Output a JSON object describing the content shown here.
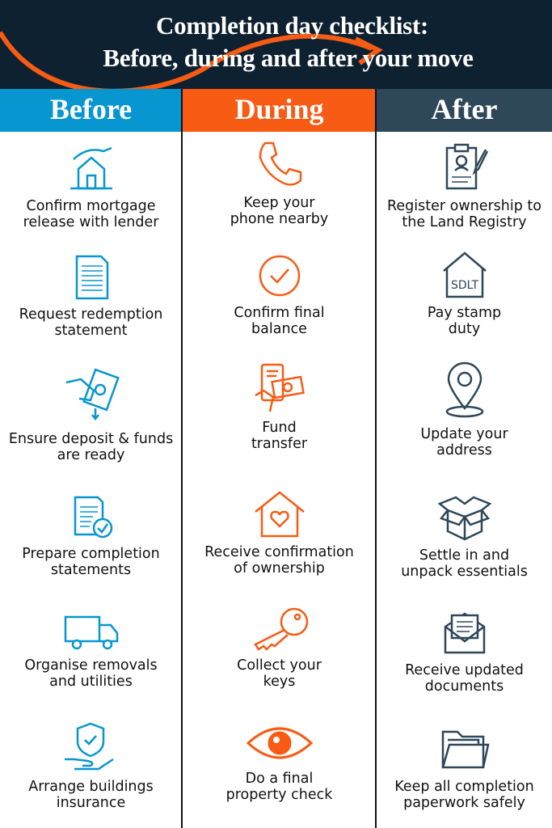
{
  "title": {
    "line1": "Completion day checklist:",
    "line2": "Before, during and after your move"
  },
  "colors": {
    "before": "#0896d0",
    "during": "#f75b14",
    "after": "#2e4759",
    "header_bg": "#0e2130"
  },
  "columns": [
    {
      "header": "Before",
      "items": [
        {
          "icon": "hand-house-icon",
          "label": "Confirm mortgage\nrelease with lender"
        },
        {
          "icon": "document-icon",
          "label": "Request redemption\nstatement"
        },
        {
          "icon": "hand-money-icon",
          "label": "Ensure deposit & funds\nare ready"
        },
        {
          "icon": "statements-check-icon",
          "label": "Prepare completion\nstatements"
        },
        {
          "icon": "truck-icon",
          "label": "Organise removals\nand utilities"
        },
        {
          "icon": "shield-hand-icon",
          "label": "Arrange buildings\ninsurance"
        }
      ]
    },
    {
      "header": "During",
      "items": [
        {
          "icon": "phone-icon",
          "label": "Keep your\nphone nearby"
        },
        {
          "icon": "check-circle-icon",
          "label": "Confirm final\nbalance"
        },
        {
          "icon": "mobile-transfer-icon",
          "label": "Fund\ntransfer"
        },
        {
          "icon": "house-heart-icon",
          "label": "Receive confirmation\nof ownership"
        },
        {
          "icon": "key-icon",
          "label": "Collect your\nkeys"
        },
        {
          "icon": "eye-icon",
          "label": "Do a final\nproperty check"
        }
      ]
    },
    {
      "header": "After",
      "items": [
        {
          "icon": "clipboard-id-icon",
          "label": "Register ownership to\nthe Land Registry"
        },
        {
          "icon": "sdlt-house-icon",
          "label": "Pay stamp\nduty",
          "icon_text": "SDLT"
        },
        {
          "icon": "location-pin-icon",
          "label": "Update your\naddress"
        },
        {
          "icon": "open-box-icon",
          "label": "Settle in and\nunpack essentials"
        },
        {
          "icon": "envelope-letter-icon",
          "label": "Receive updated\ndocuments"
        },
        {
          "icon": "folder-icon",
          "label": "Keep all completion\npaperwork safely"
        }
      ]
    }
  ]
}
